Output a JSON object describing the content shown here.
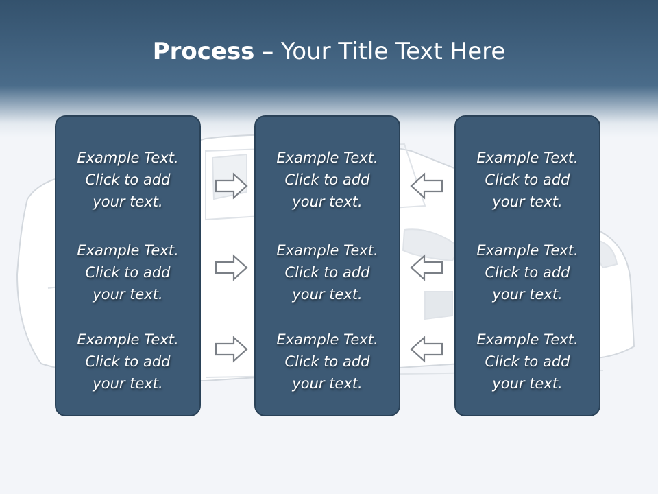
{
  "slide": {
    "title_bold": "Process",
    "title_rest": " – Your Title Text Here"
  },
  "columns": [
    {
      "items": [
        {
          "line1": "Example Text.",
          "line2": "Click  to add",
          "line3": "your text."
        },
        {
          "line1": "Example Text.",
          "line2": "Click  to add",
          "line3": "your text."
        },
        {
          "line1": "Example Text.",
          "line2": "Click  to add",
          "line3": "your text."
        }
      ]
    },
    {
      "items": [
        {
          "line1": "Example Text.",
          "line2": "Click  to add",
          "line3": "your text."
        },
        {
          "line1": "Example Text.",
          "line2": "Click  to add",
          "line3": "your text."
        },
        {
          "line1": "Example Text.",
          "line2": "Click  to add",
          "line3": "your text."
        }
      ]
    },
    {
      "items": [
        {
          "line1": "Example Text.",
          "line2": "Click  to add",
          "line3": "your text."
        },
        {
          "line1": "Example Text.",
          "line2": "Click  to add",
          "line3": "your text."
        },
        {
          "line1": "Example Text.",
          "line2": "Click  to add",
          "line3": "your text."
        }
      ]
    }
  ],
  "arrows": {
    "left_group": "right-arrow-icon",
    "right_group": "left-arrow-icon"
  },
  "colors": {
    "header": "#3e5e7b",
    "box_fill": "#3d5a75",
    "box_border": "#2a4258",
    "background": "#f3f5f9"
  }
}
